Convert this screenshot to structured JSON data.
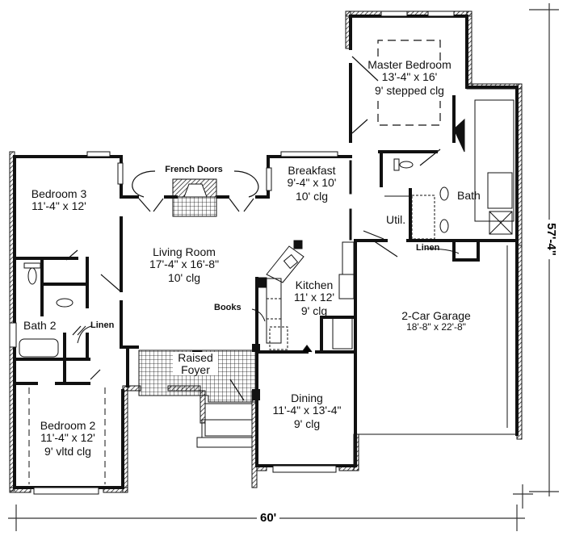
{
  "plan": {
    "overall_width": "60'",
    "overall_depth": "57'-4\""
  },
  "rooms": {
    "master_bedroom": {
      "name": "Master Bedroom",
      "dim": "13'-4\" x 16'",
      "clg": "9' stepped clg"
    },
    "breakfast": {
      "name": "Breakfast",
      "dim": "9'-4\" x 10'",
      "clg": "10' clg"
    },
    "bedroom3": {
      "name": "Bedroom 3",
      "dim": "11'-4\" x 12'"
    },
    "living_room": {
      "name": "Living Room",
      "dim": "17'-4\" x 16'-8\"",
      "clg": "10' clg"
    },
    "kitchen": {
      "name": "Kitchen",
      "dim": "11' x 12'",
      "clg": "9' clg"
    },
    "bath": {
      "name": "Bath"
    },
    "util": {
      "name": "Util."
    },
    "garage": {
      "name": "2-Car Garage",
      "dim": "18'-8\" x 22'-8\""
    },
    "bath2": {
      "name": "Bath 2"
    },
    "raised_foyer": {
      "line1": "Raised",
      "line2": "Foyer"
    },
    "dining": {
      "name": "Dining",
      "dim": "11'-4\" x 13'-4\"",
      "clg": "9' clg"
    },
    "bedroom2": {
      "name": "Bedroom 2",
      "dim": "11'-4\" x 12'",
      "clg": "9' vltd clg"
    }
  },
  "annotations": {
    "french_doors": "French Doors",
    "books": "Books",
    "linen_bath2": "Linen",
    "linen_master": "Linen"
  }
}
